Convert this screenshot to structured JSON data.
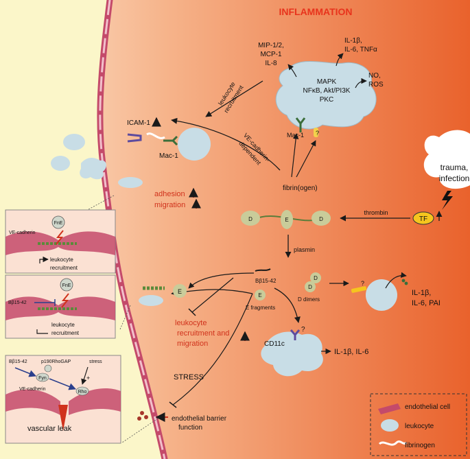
{
  "title": "INFLAMMATION",
  "colors": {
    "title": "#e8331c",
    "emphasis": "#d0321c",
    "endothelium": "#c44a6a",
    "cell_fill": "#e7a9b8",
    "leukocyte": "#c8dde6",
    "fibrinogen": "#c9cc9a",
    "tf": "#f6c51e",
    "background_right": "#ea6a35",
    "background_left": "#fbf5c8"
  },
  "leukocyte_main": {
    "lines": [
      "MAPK",
      "NFκB, Akt/PI3K",
      "PKC"
    ],
    "mediators_chemokine": [
      "MIP-1/2,",
      "MCP-1",
      "IL-8"
    ],
    "mediators_cytokine": [
      "IL-1β,",
      "IL-6, TNFα"
    ],
    "mediators_radical": [
      "NO,",
      "ROS"
    ],
    "receptor": "Mac-1",
    "unknown": "?"
  },
  "labels": {
    "recruitment": [
      "leukocyte",
      "recruitment"
    ],
    "icam": "ICAM-1",
    "mac1": "Mac-1",
    "ve_dependent": [
      "VE-cadherin-",
      "dependent"
    ],
    "fibrinogen": "fibrin(ogen)",
    "adhesion": "adhesion",
    "migration": "migration",
    "trauma": [
      "trauma,",
      "infection"
    ],
    "thrombin": "thrombin",
    "tf": "TF",
    "plasmin": "plasmin",
    "bbeta": "Bβ15-42",
    "e_domain": "E",
    "d_domain": "D",
    "e_fragments": "E fragments",
    "d_dimers": "D dimers",
    "unknown": "?",
    "il_pai": [
      "IL-1β,",
      "IL-6, PAI"
    ],
    "recruit_migration": [
      "leukocyte",
      "recruitment and",
      "migration"
    ],
    "cd11c": "CD11c",
    "il_cd11c": "IL-1β, IL-6",
    "stress": "STRESS",
    "barrier": [
      "endothelial barrier",
      "function"
    ]
  },
  "inset1": {
    "fne": "FnE",
    "vecad": "VE-cadherin",
    "outcome": [
      "leukocyte",
      "recruitment"
    ]
  },
  "inset2": {
    "fne": "FnE",
    "bbeta": "Bβ15-42",
    "outcome": [
      "leukocyte",
      "recruitment"
    ]
  },
  "inset3": {
    "bbeta": "Bβ15-42",
    "p190": "p190RhoGAP",
    "stress": "stress",
    "fyn": "Fyn",
    "rho": "Rho",
    "vecad": "VE-cadherin",
    "plus": "+",
    "leak": "vascular leak"
  },
  "legend": {
    "items": [
      {
        "label": "endothelial cell",
        "icon": "endothelial-cell-icon"
      },
      {
        "label": "leukocyte",
        "icon": "leukocyte-icon"
      },
      {
        "label": "fibrinogen",
        "icon": "fibrinogen-icon"
      }
    ]
  }
}
